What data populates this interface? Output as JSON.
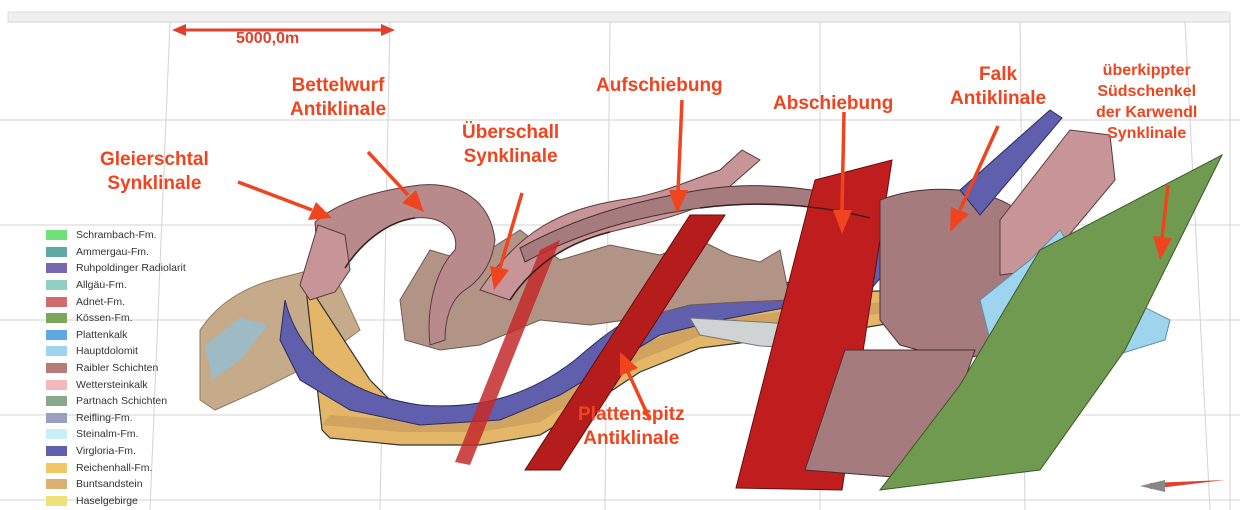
{
  "scale_bar": {
    "label": "5000,0m"
  },
  "annotations": [
    {
      "id": "gleierschtal",
      "lines": [
        "Gleierschtal",
        "Synklinale"
      ]
    },
    {
      "id": "bettelwurf",
      "lines": [
        "Bettelwurf",
        "Antiklinale"
      ]
    },
    {
      "id": "ueberschall",
      "lines": [
        "Überschall",
        "Synklinale"
      ]
    },
    {
      "id": "aufschiebung",
      "lines": [
        "Aufschiebung"
      ]
    },
    {
      "id": "abschiebung",
      "lines": [
        "Abschiebung"
      ]
    },
    {
      "id": "falk",
      "lines": [
        "Falk",
        "Antiklinale"
      ]
    },
    {
      "id": "karwendl",
      "lines": [
        "überkippter",
        "Südschenkel",
        "der Karwendl",
        "Synklinale"
      ]
    },
    {
      "id": "plattenspitz",
      "lines": [
        "Plattenspitz",
        "Antiklinale"
      ]
    }
  ],
  "legend": [
    {
      "label": "Schrambach-Fm.",
      "color": "#6fe07a"
    },
    {
      "label": "Ammergau-Fm.",
      "color": "#5fa9a4"
    },
    {
      "label": "Ruhpoldinger Radiolarit",
      "color": "#7a67b2"
    },
    {
      "label": "Allgäu-Fm.",
      "color": "#8fd0c0"
    },
    {
      "label": "Adnet-Fm.",
      "color": "#d06a6e"
    },
    {
      "label": "Kössen-Fm.",
      "color": "#7aa75a"
    },
    {
      "label": "Plattenkalk",
      "color": "#5fa8e6"
    },
    {
      "label": "Hauptdolomit",
      "color": "#9fd4ee"
    },
    {
      "label": "Raibler Schichten",
      "color": "#b77c78"
    },
    {
      "label": "Wettersteinkalk",
      "color": "#f2b8bc"
    },
    {
      "label": "Partnach Schichten",
      "color": "#8aa88a"
    },
    {
      "label": "Reifling-Fm.",
      "color": "#9aa0bf"
    },
    {
      "label": "Steinalm-Fm.",
      "color": "#c8f0f4"
    },
    {
      "label": "Virgloria-Fm.",
      "color": "#5f5fae"
    },
    {
      "label": "Reichenhall-Fm.",
      "color": "#f2c567"
    },
    {
      "label": "Buntsandstein",
      "color": "#d9b072"
    },
    {
      "label": "Haselgebirge",
      "color": "#f0e07a"
    }
  ],
  "colors": {
    "annotation": "#f0441f",
    "fold_surface": "#b98a8c",
    "fault_red": "#c01e1e",
    "fault_green": "#6f9a50",
    "virgloria": "#5f5fae",
    "hauptdolomit": "#9fd4ee"
  }
}
